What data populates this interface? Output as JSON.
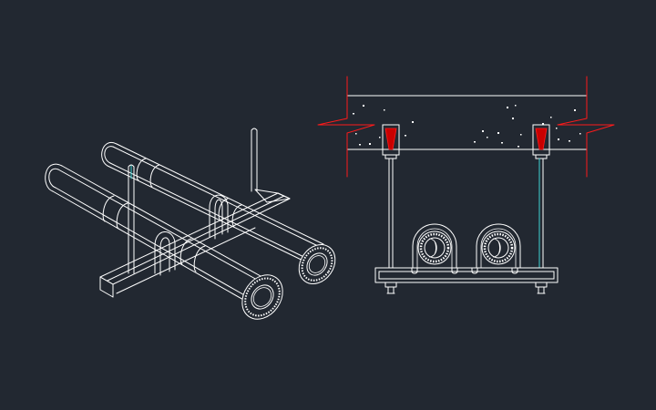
{
  "viewport": {
    "background": "#222831"
  },
  "colors": {
    "line": "#ffffff",
    "red": "#ff1a1a",
    "cyan": "#3fd3d3",
    "gray": "#b8b8b8"
  },
  "drawing": {
    "isometric_view": {
      "pipes": [
        {
          "name": "front-pipe"
        },
        {
          "name": "back-pipe"
        }
      ],
      "u_bolts": 2,
      "hanger_rods": 2,
      "support_beam": "channel"
    },
    "section_view": {
      "pipes": 2,
      "anchors": 2,
      "hanger_rods": 2,
      "base_channel": true,
      "concrete_slab": true,
      "break_lines": 2
    }
  }
}
